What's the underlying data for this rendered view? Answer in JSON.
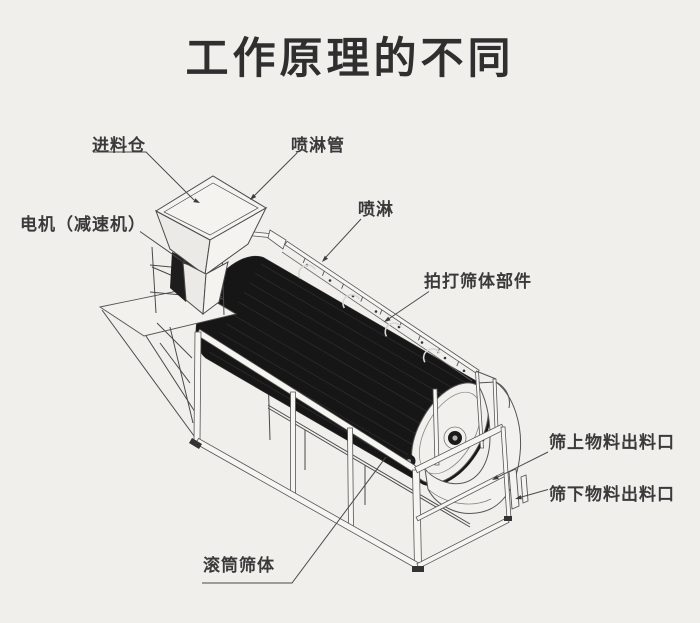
{
  "title": "工作原理的不同",
  "labels": {
    "feed_hopper": "进料仓",
    "spray_pipe": "喷淋管",
    "spray": "喷淋",
    "motor_reducer": "电机（减速机）",
    "beater_parts": "拍打筛体部件",
    "oversize_outlet": "筛上物料出料口",
    "undersize_outlet": "筛下物料出料口",
    "drum_screen": "滚筒筛体"
  },
  "colors": {
    "background": "#f0efec",
    "line": "#4a4a4a",
    "drum_fill": "#161616",
    "text": "#3a3a3a"
  }
}
